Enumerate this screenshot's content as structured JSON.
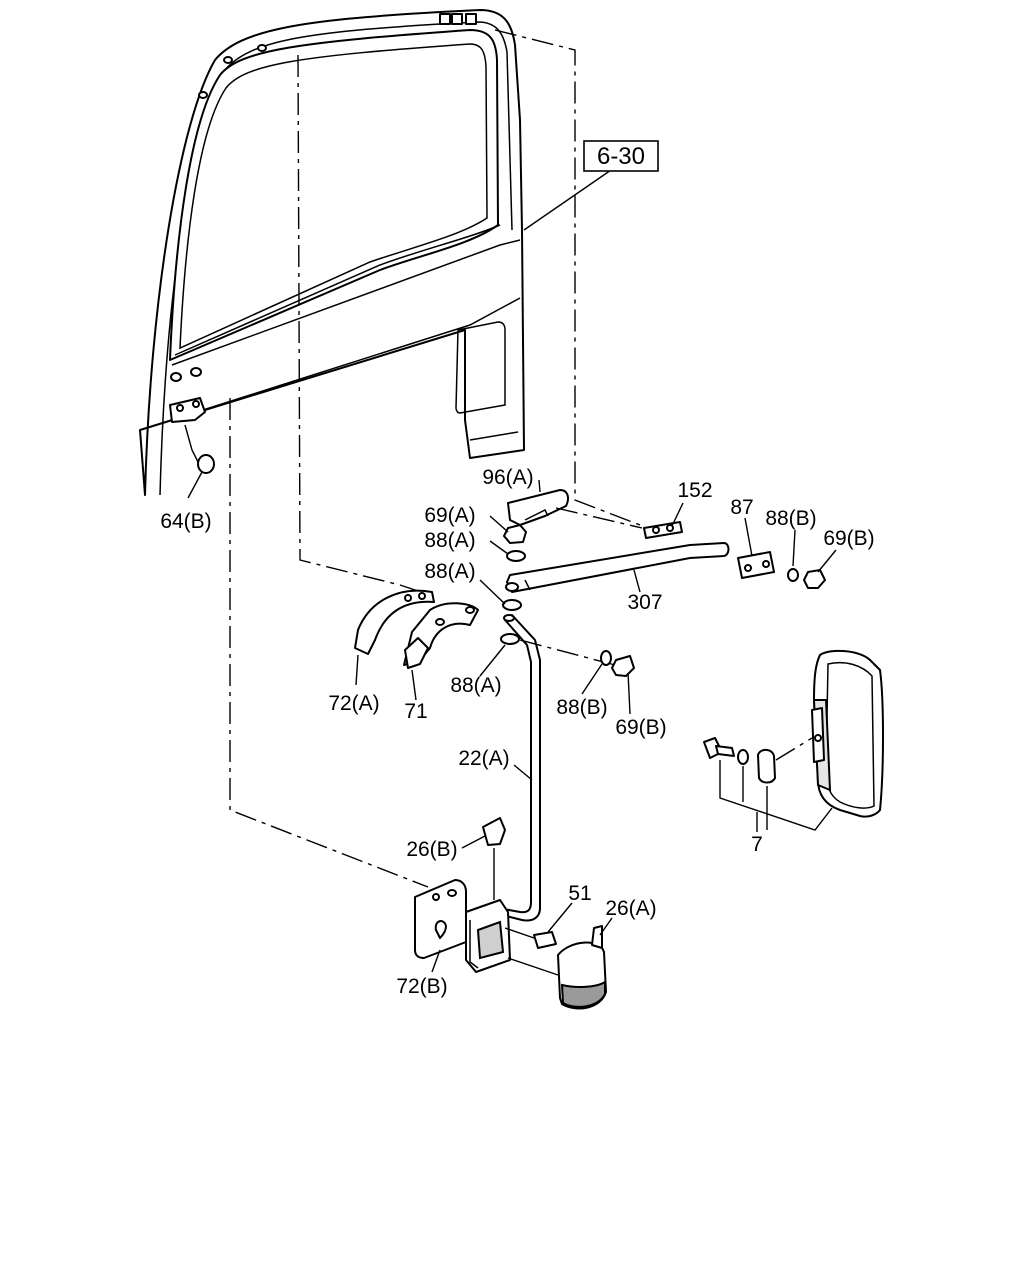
{
  "reference_box": "6-30",
  "labels": {
    "l64b": "64(B)",
    "l96a": "96(A)",
    "l152": "152",
    "l87": "87",
    "l88b_top": "88(B)",
    "l69b_top": "69(B)",
    "l69a": "69(A)",
    "l88a_1": "88(A)",
    "l88a_2": "88(A)",
    "l307": "307",
    "l72a": "72(A)",
    "l71": "71",
    "l88a_3": "88(A)",
    "l88b_mid": "88(B)",
    "l69b_mid": "69(B)",
    "l22a": "22(A)",
    "l26b": "26(B)",
    "l51": "51",
    "l26a": "26(A)",
    "l72b": "72(B)",
    "l7": "7"
  },
  "colors": {
    "ink": "#000000",
    "background": "#ffffff"
  }
}
